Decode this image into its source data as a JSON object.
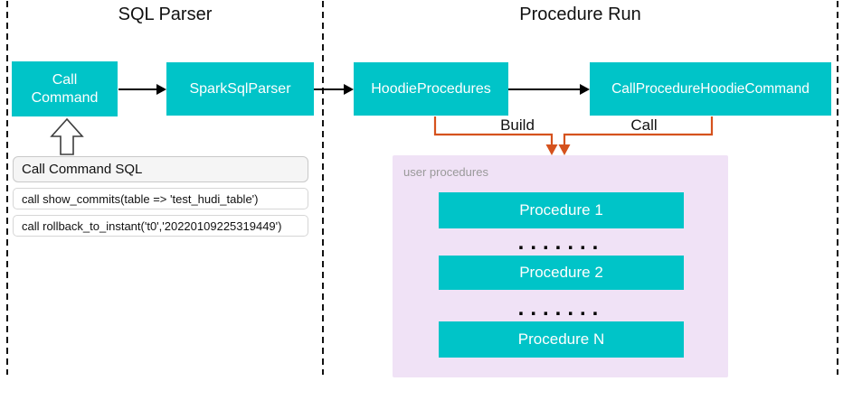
{
  "sections": {
    "sql_parser": {
      "title": "SQL Parser"
    },
    "procedure_run": {
      "title": "Procedure Run"
    }
  },
  "nodes": {
    "call_command": {
      "label": "Call Command"
    },
    "spark_sql_parser": {
      "label": "SparkSqlParser"
    },
    "hoodie_procedures": {
      "label": "HoodieProcedures"
    },
    "call_procedure_hoodie_command": {
      "label": "CallProcedureHoodieCommand"
    }
  },
  "connectors": {
    "build_label": "Build",
    "call_label": "Call"
  },
  "user_procedures": {
    "label": "user procedures",
    "items": [
      "Procedure 1",
      "Procedure 2",
      "Procedure N"
    ],
    "separator_dots": "......."
  },
  "sql_panel": {
    "title": "Call Command SQL",
    "queries": [
      "call show_commits(table => 'test_hudi_table')",
      "call rollback_to_instant('t0','20220109225319449')"
    ]
  },
  "colors": {
    "node_fill": "#00C4C8",
    "connector_orange": "#D5521D",
    "container_pink": "#F0E2F6",
    "muted_text": "#999999"
  }
}
